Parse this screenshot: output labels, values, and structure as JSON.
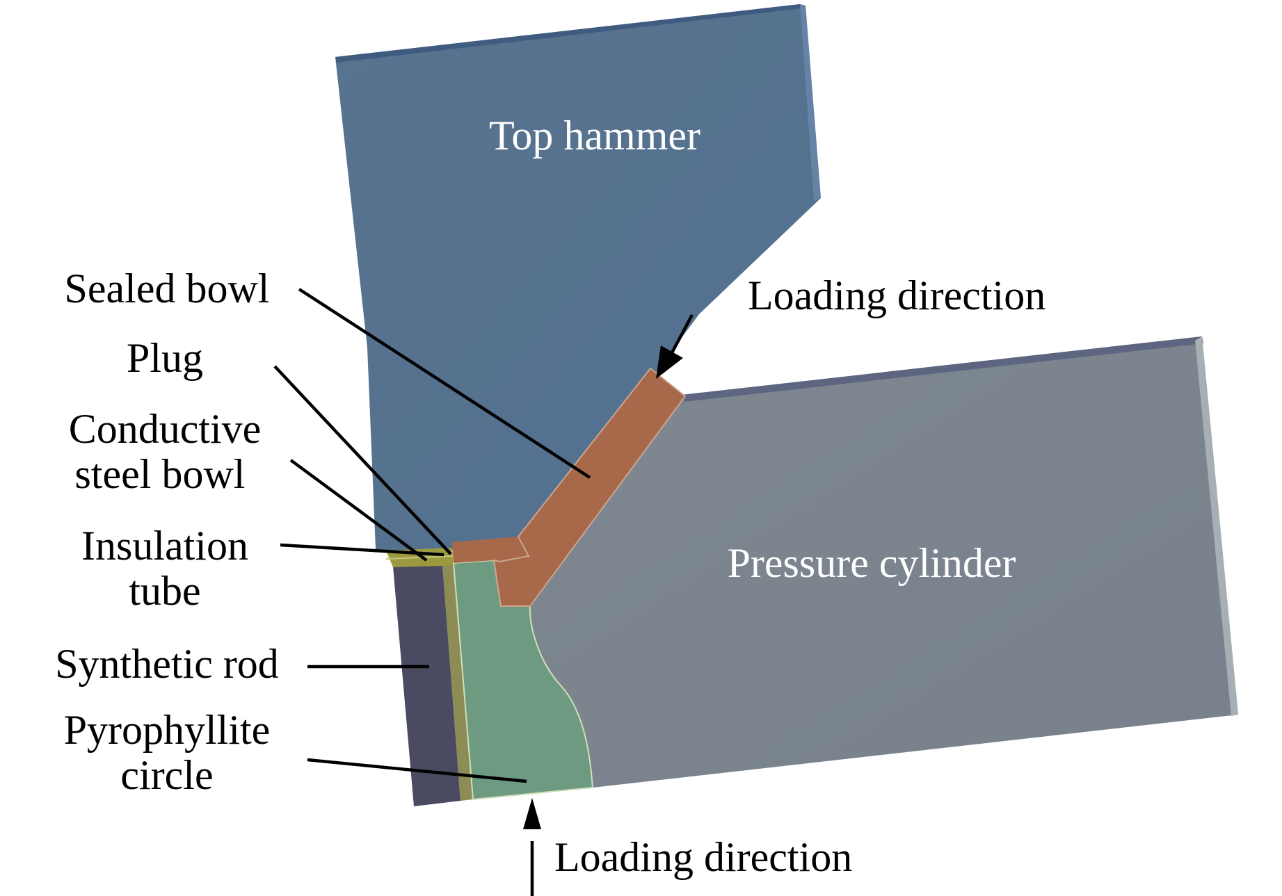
{
  "figure": {
    "type": "cross-section diagram",
    "subject": "High-pressure cell assembly (quarter section)"
  },
  "components": [
    {
      "id": "top-hammer",
      "label": "Top hammer",
      "color": "#56728f"
    },
    {
      "id": "pressure-cylinder",
      "label": "Pressure cylinder",
      "color": "#7c858e"
    },
    {
      "id": "sealed-bowl",
      "label": "Sealed bowl",
      "color": "#a8694b"
    },
    {
      "id": "plug",
      "label": "Plug",
      "color": "#a8694b"
    },
    {
      "id": "conductive-steel-bowl",
      "label_line1": "Conductive",
      "label_line2": "steel bowl",
      "color": "#9b9a3e"
    },
    {
      "id": "insulation-tube",
      "label_line1": "Insulation",
      "label_line2": "tube",
      "color": "#8e8c55"
    },
    {
      "id": "synthetic-rod",
      "label": "Synthetic rod",
      "color": "#4a4b63"
    },
    {
      "id": "pyrophyllite-circle",
      "label_line1": "Pyrophyllite",
      "label_line2": "circle",
      "color": "#6e9a82"
    }
  ],
  "annotations": {
    "loading_direction_top": "Loading direction",
    "loading_direction_bottom": "Loading direction"
  }
}
